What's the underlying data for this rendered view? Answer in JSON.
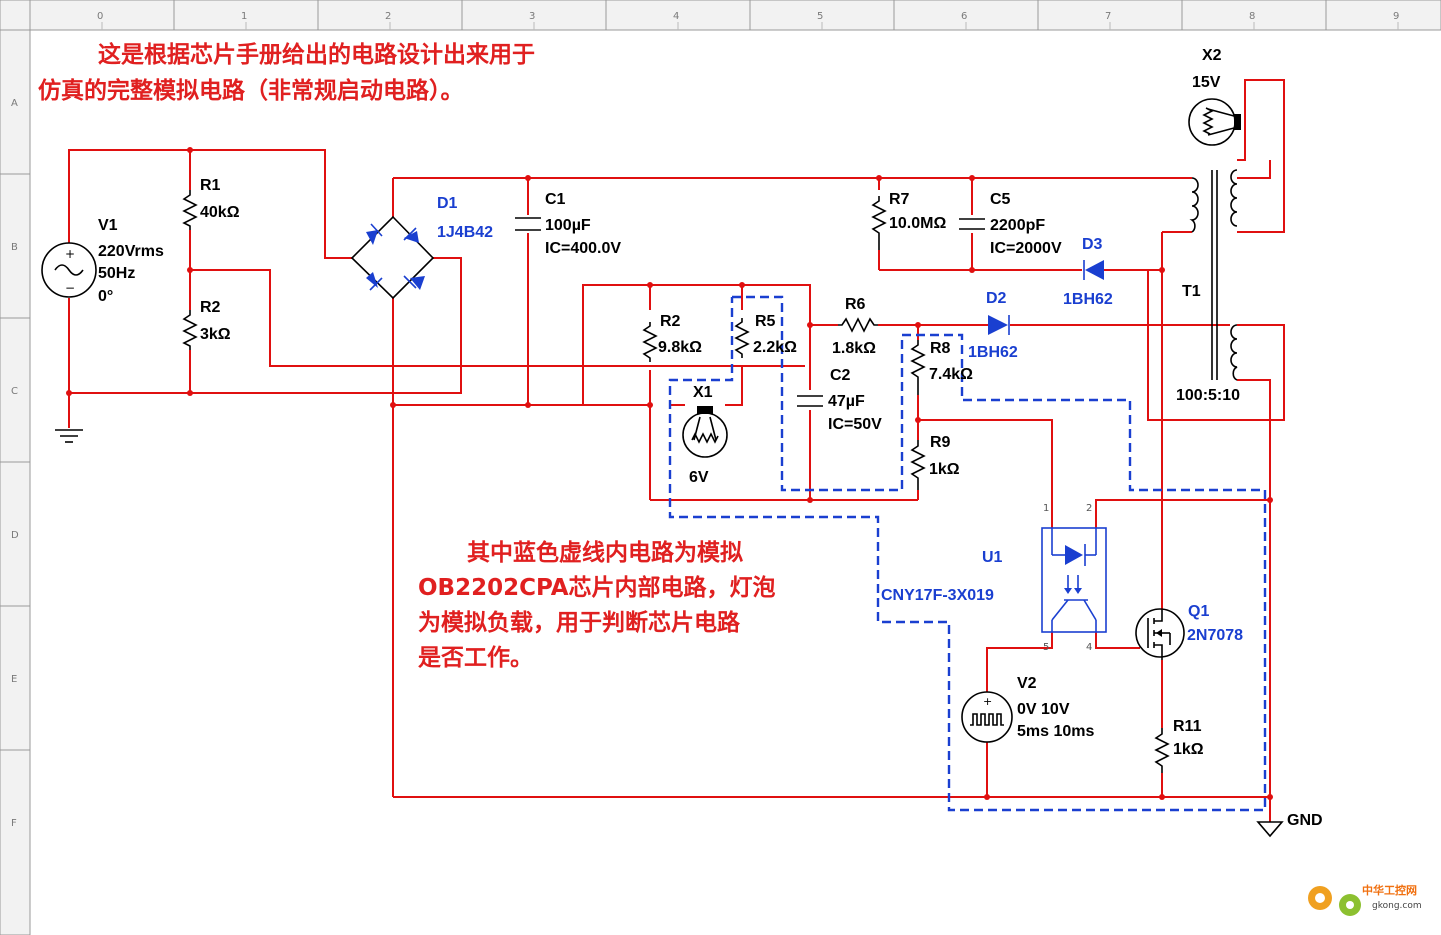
{
  "ruler": {
    "columns": [
      "0",
      "1",
      "2",
      "3",
      "4",
      "5",
      "6",
      "7",
      "8",
      "9"
    ],
    "rows": [
      "A",
      "B",
      "C",
      "D",
      "E",
      "F"
    ]
  },
  "notes": {
    "title_line1": "这是根据芯片手册给出的电路设计出来用于",
    "title_line2": "仿真的完整模拟电路（非常规启动电路）。",
    "desc_line1": "其中蓝色虚线内电路为模拟",
    "desc_line2": "OB2202CPA芯片内部电路，灯泡",
    "desc_line3": "为模拟负载，用于判断芯片电路",
    "desc_line4": "是否工作。"
  },
  "components": {
    "V1": {
      "name": "V1",
      "v1": "220Vrms",
      "v2": "50Hz",
      "v3": "0°"
    },
    "R1": {
      "name": "R1",
      "value": "40kΩ"
    },
    "R2a": {
      "name": "R2",
      "value": "3kΩ"
    },
    "D1": {
      "name": "D1",
      "value": "1J4B42"
    },
    "C1": {
      "name": "C1",
      "value": "100µF",
      "ic": "IC=400.0V"
    },
    "R2b": {
      "name": "R2",
      "value": "9.8kΩ"
    },
    "R5": {
      "name": "R5",
      "value": "2.2kΩ"
    },
    "X1": {
      "name": "X1",
      "value": "6V"
    },
    "R6": {
      "name": "R6",
      "value": "1.8kΩ"
    },
    "C2": {
      "name": "C2",
      "value": "47µF",
      "ic": "IC=50V"
    },
    "R7": {
      "name": "R7",
      "value": "10.0MΩ"
    },
    "C5": {
      "name": "C5",
      "value": "2200pF",
      "ic": "IC=2000V"
    },
    "D3": {
      "name": "D3",
      "value": "1BH62"
    },
    "D2": {
      "name": "D2",
      "value": "1BH62"
    },
    "R8": {
      "name": "R8",
      "value": "7.4kΩ"
    },
    "R9": {
      "name": "R9",
      "value": "1kΩ"
    },
    "X2": {
      "name": "X2",
      "value": "15V"
    },
    "T1": {
      "name": "T1",
      "value": "100:5:10"
    },
    "U1": {
      "name": "U1",
      "value": "CNY17F-3X019",
      "pin1": "1",
      "pin2": "2",
      "pin4": "4",
      "pin5": "5"
    },
    "Q1": {
      "name": "Q1",
      "value": "2N7078"
    },
    "V2": {
      "name": "V2",
      "v1": "0V 10V",
      "v2": "5ms 10ms"
    },
    "R11": {
      "name": "R11",
      "value": "1kΩ"
    },
    "GND": {
      "name": "GND"
    }
  },
  "watermark": {
    "brand": "中华工控网",
    "site": "gkong.com"
  },
  "colors": {
    "wire": "#e01010",
    "dashed_box": "#1a3fd0",
    "note_text": "#e02020",
    "label_blue": "#1a3fd0"
  }
}
